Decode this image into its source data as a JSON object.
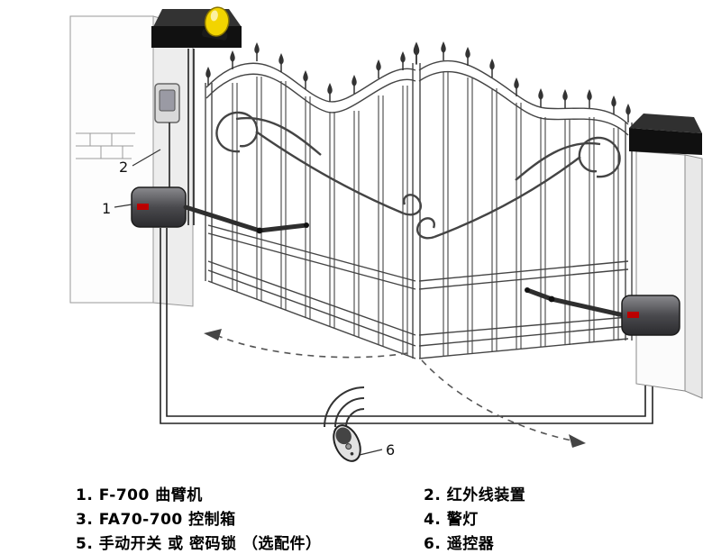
{
  "diagram": {
    "callout_1": "1",
    "callout_2": "2",
    "callout_6": "6"
  },
  "legend": {
    "items": [
      {
        "text": "1. F-700 曲臂机"
      },
      {
        "text": "2. 红外线装置"
      },
      {
        "text": "3. FA70-700 控制箱"
      },
      {
        "text": "4. 警灯"
      },
      {
        "text": "5. 手动开关 或 密码锁 （选配件）"
      },
      {
        "text": "6. 遥控器"
      }
    ]
  },
  "colors": {
    "line": "#3a3a3a",
    "cap_black": "#111111",
    "motor_dark": "#4a4a4e",
    "lamp_yellow": "#f2d400",
    "motor_label_red": "#bb0000"
  }
}
